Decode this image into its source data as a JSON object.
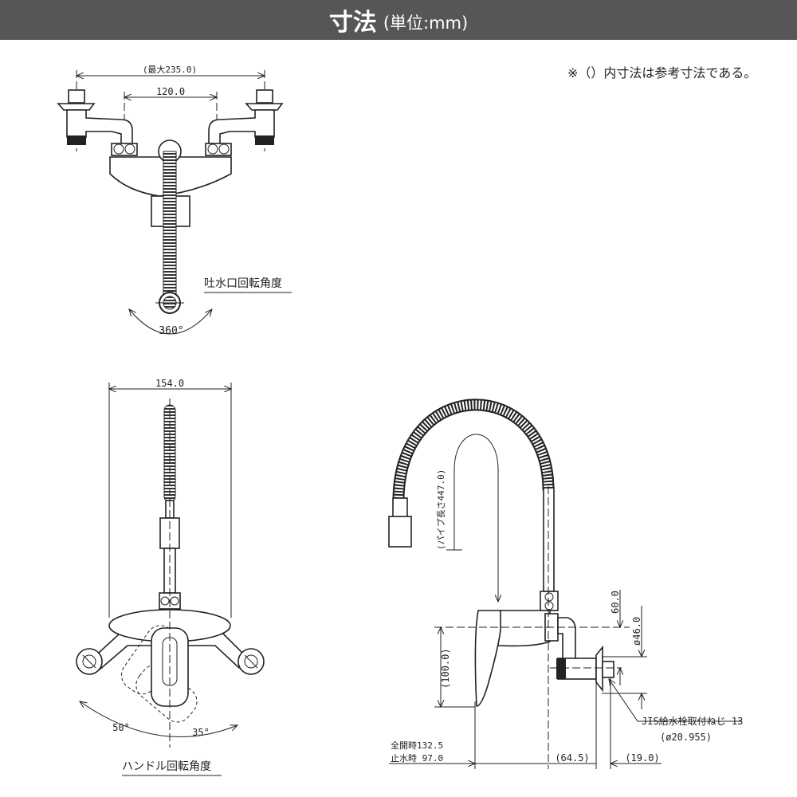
{
  "header": {
    "title": "寸法",
    "unit": "(単位:mm)"
  },
  "note": "※（）内寸法は参考寸法である。",
  "top_view": {
    "max_width": "(最大235.0)",
    "center_distance": "120.0",
    "spout_label": "吐水口回転角度",
    "spout_angle": "360°"
  },
  "front_view": {
    "width": "154.0",
    "angle_left": "50°",
    "angle_right": "35°",
    "handle_label": "ハンドル回転角度"
  },
  "side_view": {
    "pipe_length": "(パイプ長さ447.0)",
    "dim_60": "60.0",
    "dim_46": "ø46.0",
    "dim_100": "(100.0)",
    "thread_label": "JIS給水栓取付ねじ 13",
    "thread_dia": "(ø20.955)",
    "full_open": "全開時132.5",
    "closed": "止水時 97.0",
    "dim_64": "(64.5)",
    "dim_19": "(19.0)"
  }
}
